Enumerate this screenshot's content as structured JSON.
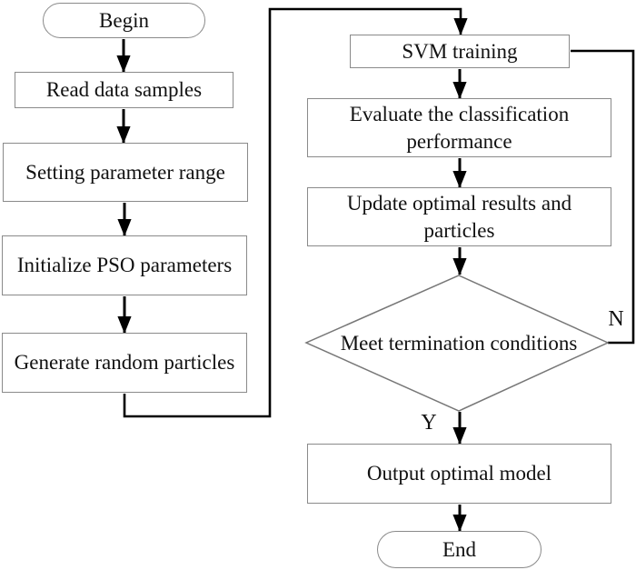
{
  "nodes": {
    "begin": {
      "label": "Begin"
    },
    "read": {
      "label": "Read data samples"
    },
    "setting": {
      "label": "Setting parameter range"
    },
    "init": {
      "label": "Initialize PSO parameters"
    },
    "generate": {
      "label": "Generate random particles"
    },
    "svm": {
      "label": "SVM training"
    },
    "evaluate": {
      "label": "Evaluate the classification performance"
    },
    "update": {
      "label": "Update optimal results and particles"
    },
    "decision": {
      "label": "Meet termination conditions"
    },
    "output": {
      "label": "Output optimal model"
    },
    "end": {
      "label": "End"
    }
  },
  "edge_labels": {
    "yes": "Y",
    "no": "N"
  },
  "colors": {
    "node_border": "#8a8a8a",
    "connector": "#000000",
    "text": "#111111",
    "background": "#ffffff"
  }
}
